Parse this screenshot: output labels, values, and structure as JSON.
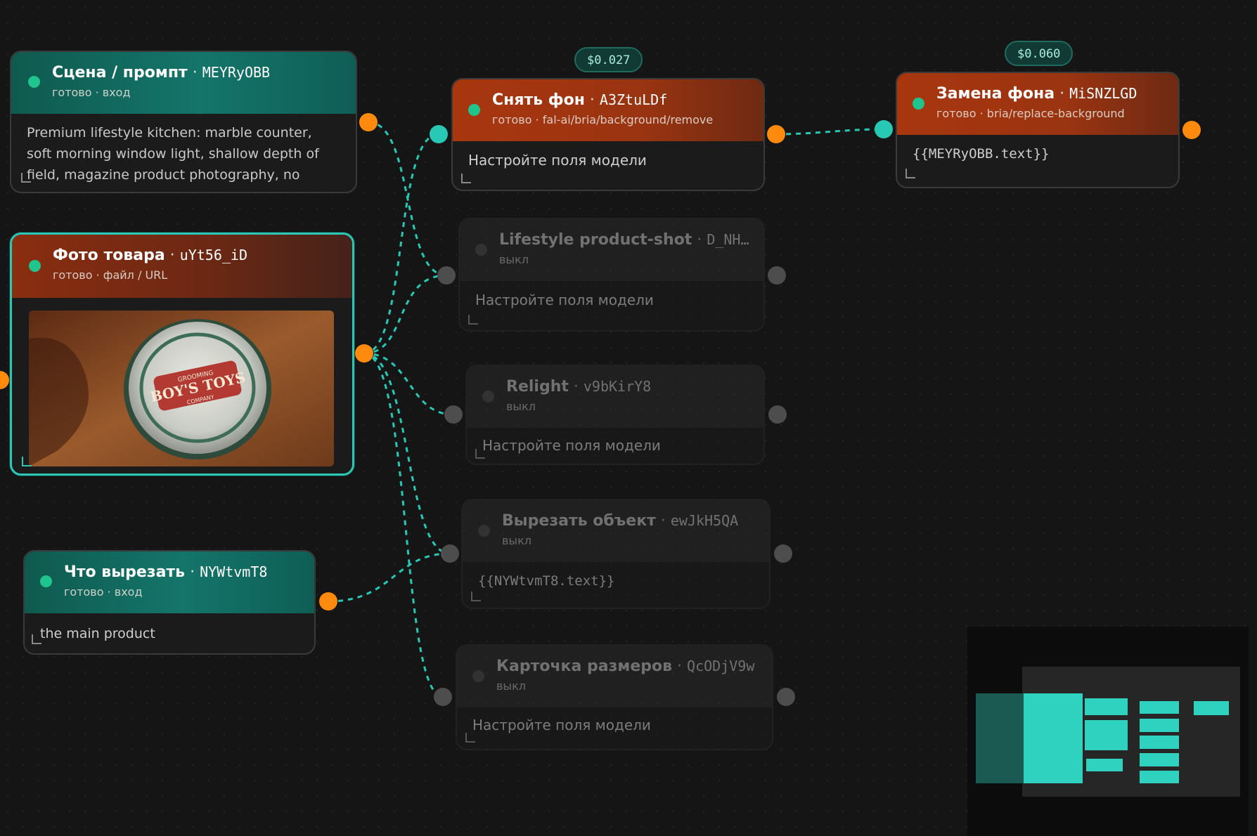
{
  "prices": [
    "$0.027",
    "$0.060"
  ],
  "nodes": {
    "scene": {
      "title": "Сцена / промпт",
      "id": "MEYRyOBB",
      "status": "готово · вход",
      "text": "Premium lifestyle kitchen: marble counter, soft morning window light, shallow depth of field, magazine product photography, no"
    },
    "photo": {
      "title": "Фото товара",
      "id": "uYt56_iD",
      "status": "готово · файл / URL",
      "image_desc": "Boy's Toys grooming company tin",
      "tin_line1": "GROOMING",
      "tin_line2": "BOY'S TOYS",
      "tin_line3": "COMPANY"
    },
    "cut_what": {
      "title": "Что вырезать",
      "id": "NYWtvmT8",
      "status": "готово · вход",
      "text": "the main product"
    },
    "remove_bg": {
      "title": "Снять фон",
      "id": "A3ZtuLDf",
      "status": "готово · fal-ai/bria/background/remove",
      "text": "Настройте поля модели"
    },
    "lifestyle": {
      "title": "Lifestyle product-shot",
      "id": "D_NH…",
      "status": "выкл",
      "text": "Настройте поля модели"
    },
    "relight": {
      "title": "Relight",
      "id": "v9bKirY8",
      "status": "выкл",
      "text": "Настройте поля модели"
    },
    "cut_obj": {
      "title": "Вырезать объект",
      "id": "ewJkH5QA",
      "status": "выкл",
      "text": "{{NYWtvmT8.text}}"
    },
    "size_card": {
      "title": "Карточка размеров",
      "id": "QcODjV9w",
      "status": "выкл",
      "text": "Настройте поля модели"
    },
    "replace_bg": {
      "title": "Замена фона",
      "id": "MiSNZLGD",
      "status": "готово · bria/replace-background",
      "text": "{{MEYRyOBB.text}}"
    }
  },
  "colors": {
    "teal_accent": "#27c9b5",
    "orange_port": "#ff8a0d",
    "status_green": "#20c58d",
    "rust_header": "#a8360f",
    "teal_header": "#14756a",
    "canvas_bg": "#151515"
  }
}
